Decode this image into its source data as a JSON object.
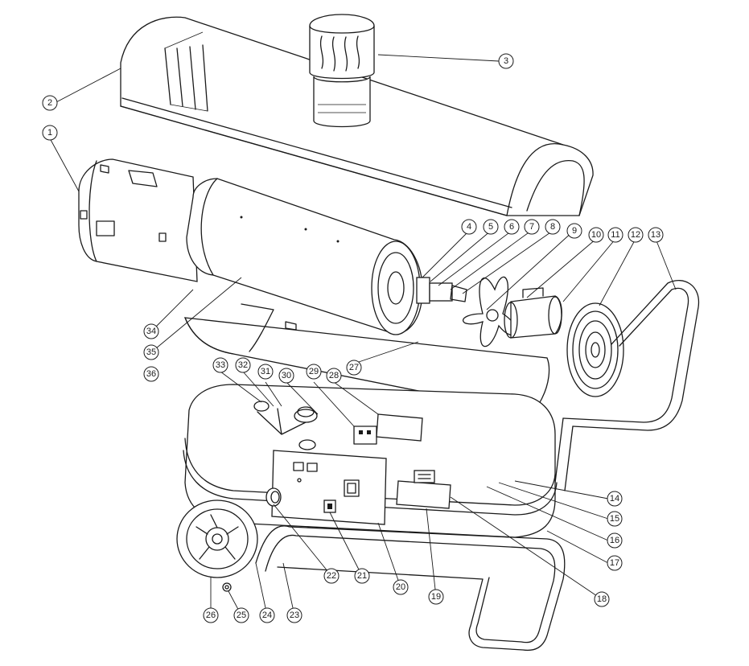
{
  "callouts": [
    {
      "label": "1"
    },
    {
      "label": "2"
    },
    {
      "label": "3"
    },
    {
      "label": "4"
    },
    {
      "label": "5"
    },
    {
      "label": "6"
    },
    {
      "label": "7"
    },
    {
      "label": "8"
    },
    {
      "label": "9"
    },
    {
      "label": "10"
    },
    {
      "label": "11"
    },
    {
      "label": "12"
    },
    {
      "label": "13"
    },
    {
      "label": "14"
    },
    {
      "label": "15"
    },
    {
      "label": "16"
    },
    {
      "label": "17"
    },
    {
      "label": "18"
    },
    {
      "label": "19"
    },
    {
      "label": "20"
    },
    {
      "label": "21"
    },
    {
      "label": "22"
    },
    {
      "label": "23"
    },
    {
      "label": "24"
    },
    {
      "label": "25"
    },
    {
      "label": "26"
    },
    {
      "label": "27"
    },
    {
      "label": "28"
    },
    {
      "label": "29"
    },
    {
      "label": "30"
    },
    {
      "label": "31"
    },
    {
      "label": "32"
    },
    {
      "label": "33"
    },
    {
      "label": "34"
    },
    {
      "label": "35"
    },
    {
      "label": "36"
    }
  ]
}
